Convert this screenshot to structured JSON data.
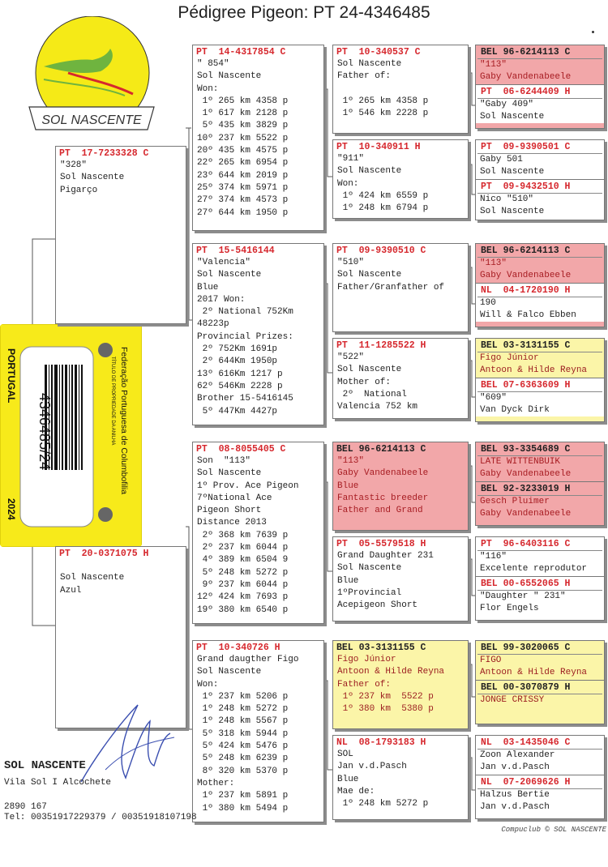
{
  "title": "Pédigree Pigeon: PT  24-4346485",
  "logo": {
    "text": "SOL NASCENTE"
  },
  "ring_card": {
    "country": "PORTUGAL",
    "year": "2024",
    "number": "4346485/24",
    "federation": "Federação Portuguesa de Columbofilia",
    "subtitle": "TÍTULO DE PROPRIEDADE DA ANILHA"
  },
  "footer": {
    "name": "SOL NASCENTE",
    "address": "Vila Sol I Alcochete",
    "postal": "2890 167",
    "tel": "Tel: 00351917229379 / 00351918107198",
    "credit": "Compuclub © SOL NASCENTE"
  },
  "father": {
    "ring": "PT  17-7233328 C",
    "lines": [
      "\"328\"",
      "Sol Nascente",
      "Pigarço"
    ]
  },
  "mother": {
    "ring": "PT  20-0371075 H",
    "lines": [
      "",
      "Sol Nascente",
      "Azul"
    ]
  },
  "ff": {
    "ring": "PT  14-4317854 C",
    "lines": [
      "\" 854\"",
      "Sol Nascente",
      "Won:",
      " 1º 265 km 4358 p",
      " 1º 617 km 2128 p",
      " 5º 435 km 3829 p",
      "10º 237 km 5522 p",
      "20º 435 km 4575 p",
      "22º 265 km 6954 p",
      "23º 644 km 2019 p",
      "25º 374 km 5971 p",
      "27º 374 km 4573 p",
      "27º 644 km 1950 p"
    ]
  },
  "fm": {
    "ring": "PT  15-5416144",
    "lines": [
      "\"Valencia\"",
      "Sol Nascente",
      "Blue",
      "2017 Won:",
      " 2º National 752Km",
      "48223p",
      "Provincial Prizes:",
      " 2º 752Km 1691p",
      " 2º 644Km 1950p",
      "13º 616Km 1217 p",
      "62º 546Km 2228 p",
      "Brother 15-5416145",
      " 5º 447Km 4427p"
    ]
  },
  "mf": {
    "ring": "PT  08-8055405 C",
    "lines": [
      "Son  \"113\"",
      "Sol Nascente",
      "1º Prov. Ace Pigeon",
      "7ºNational Ace",
      "Pigeon Short",
      "Distance 2013",
      " 2º 368 km 7639 p",
      " 2º 237 km 6044 p",
      " 4º 389 km 6504 9",
      " 5º 248 km 5272 p",
      " 9º 237 km 6044 p",
      "12º 424 km 7693 p",
      "19º 380 km 6540 p"
    ]
  },
  "mm": {
    "ring": "PT  10-340726 H",
    "lines": [
      "Grand daugther Figo",
      "Sol Nascente",
      "Won:",
      " 1º 237 km 5206 p",
      " 1º 248 km 5272 p",
      " 1º 248 km 5567 p",
      " 5º 318 km 5944 p",
      " 5º 424 km 5476 p",
      " 5º 248 km 6239 p",
      " 8º 320 km 5370 p",
      "Mother:",
      " 1º 237 km 5891 p",
      " 1º 380 km 5494 p"
    ]
  },
  "fff": {
    "ring": "PT  10-340537 C",
    "lines": [
      "Sol Nascente",
      "Father of:",
      "",
      " 1º 265 km 4358 p",
      " 1º 546 km 2228 p"
    ]
  },
  "ffm": {
    "ring": "PT  10-340911 H",
    "lines": [
      "\"911\"",
      "Sol Nascente",
      "Won:",
      " 1º 424 km 6559 p",
      " 1º 248 km 6794 p"
    ]
  },
  "fmf": {
    "ring": "PT  09-9390510 C",
    "lines": [
      "\"510\"",
      "Sol Nascente",
      "Father/Granfather of"
    ]
  },
  "fmm": {
    "ring": "PT  11-1285522 H",
    "lines": [
      "\"522\"",
      "Sol Nascente",
      "Mother of:",
      " 2º  National",
      "Valencia 752 km"
    ]
  },
  "mff": {
    "ring": "BEL 96-6214113 C",
    "lines": [
      "\"113\"",
      "Gaby Vandenabeele",
      "Blue",
      "Fantastic breeder",
      "Father and Grand"
    ]
  },
  "mfm": {
    "ring": "PT  05-5579518 H",
    "lines": [
      "Grand Daughter 231",
      "Sol Nascente",
      "Blue",
      "1ºProvincial",
      "Acepigeon Short"
    ]
  },
  "mmf": {
    "ring": "BEL 03-3131155 C",
    "lines": [
      "Figo Júnior",
      "Antoon & Hilde Reyna",
      "Father of:",
      " 1º 237 km  5522 p",
      " 1º 380 km  5380 p"
    ]
  },
  "mmm": {
    "ring": "NL  08-1793183 H",
    "lines": [
      "SOL",
      "Jan v.d.Pasch",
      "Blue",
      "Mae de:",
      " 1º 248 km 5272 p"
    ]
  },
  "g1": {
    "ring": "BEL 96-6214113 C",
    "lines": [
      "\"113\"",
      "Gaby Vandenabeele"
    ]
  },
  "g2": {
    "ring": "PT  06-6244409 H",
    "lines": [
      "\"Gaby 409\"",
      "Sol Nascente"
    ]
  },
  "g3": {
    "ring": "PT  09-9390501 C",
    "lines": [
      "Gaby 501",
      "Sol Nascente"
    ]
  },
  "g4": {
    "ring": "PT  09-9432510 H",
    "lines": [
      "Nico \"510\"",
      "Sol Nascente"
    ]
  },
  "g5": {
    "ring": "BEL 96-6214113 C",
    "lines": [
      "\"113\"",
      "Gaby Vandenabeele"
    ]
  },
  "g6": {
    "ring": "NL  04-1720190 H",
    "lines": [
      "190",
      "Will & Falco Ebben"
    ]
  },
  "g7": {
    "ring": "BEL 03-3131155 C",
    "lines": [
      "Figo Júnior",
      "Antoon & Hilde Reyna"
    ]
  },
  "g8": {
    "ring": "BEL 07-6363609 H",
    "lines": [
      "\"609\"",
      "Van Dyck Dirk"
    ]
  },
  "g9": {
    "ring": "BEL 93-3354689 C",
    "lines": [
      "LATE WITTENBUIK",
      "Gaby Vandenabeele"
    ]
  },
  "g10": {
    "ring": "BEL 92-3233019 H",
    "lines": [
      "Gesch Pluimer",
      "Gaby Vandenabeele"
    ]
  },
  "g11": {
    "ring": "PT  96-6403116 C",
    "lines": [
      "\"116\"",
      "Excelente reprodutor"
    ]
  },
  "g12": {
    "ring": "BEL 00-6552065 H",
    "lines": [
      "\"Daughter \" 231\"",
      "Flor Engels"
    ]
  },
  "g13": {
    "ring": "BEL 99-3020065 C",
    "lines": [
      "FIGO",
      "Antoon & Hilde Reyna"
    ]
  },
  "g14": {
    "ring": "BEL 00-3070879 H",
    "lines": [
      "JONGE CRISSY"
    ]
  },
  "g15": {
    "ring": "NL  03-1435046 C",
    "lines": [
      "Zoon Alexander",
      "Jan v.d.Pasch"
    ]
  },
  "g16": {
    "ring": "NL  07-2069626 H",
    "lines": [
      "Halzus Bertie",
      "Jan v.d.Pasch"
    ]
  }
}
